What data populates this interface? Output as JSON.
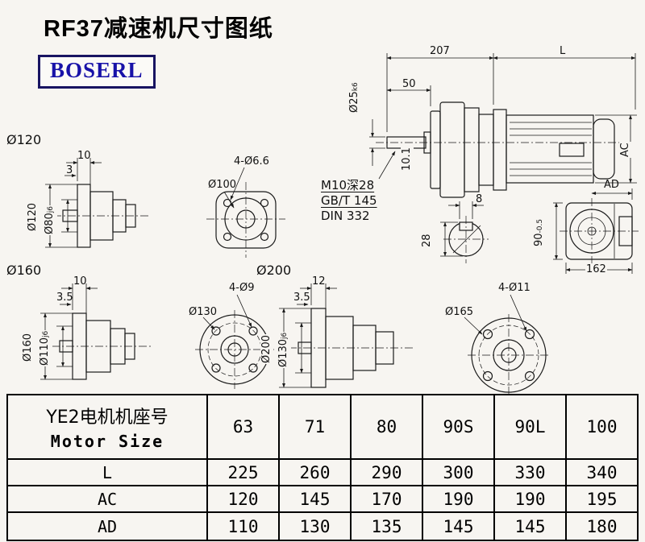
{
  "page": {
    "title": "RF37减速机尺寸图纸",
    "logo_text": "BOSERL",
    "accent_color": "#1812a8",
    "line_color": "#1a1a1a"
  },
  "main_view": {
    "dim_top_left": "207",
    "dim_top_right": "L",
    "dim_shaft_len": "50",
    "shaft_dia": "Ø25",
    "shaft_dia_tol": "k6",
    "dim_height": "AC",
    "dim_key": "10.1",
    "note_tap": "M10深28",
    "note_std1": "GB/T 145",
    "note_std2": "DIN 332"
  },
  "view120": {
    "section_label": "Ø120",
    "dim_flange_thk": "10",
    "dim_spigot": "3",
    "dia_flange": "Ø120",
    "dia_spigot": "Ø80",
    "spigot_tol": "j6"
  },
  "flange100": {
    "dia_label": "Ø100",
    "holes_label": "4-Ø6.6"
  },
  "shaft_section": {
    "dim_key_width": "8",
    "dim_height": "28"
  },
  "end_view": {
    "dim_width": "AD",
    "dim_height": "90",
    "dim_height_tol": "-0.5",
    "dim_base": "162"
  },
  "view160": {
    "section_label": "Ø160",
    "dim_flange_thk": "10",
    "dim_spigot": "3.5",
    "dia_flange": "Ø160",
    "dia_spigot": "Ø110",
    "spigot_tol": "j6"
  },
  "flange130": {
    "dia_label": "Ø130",
    "holes_label": "4-Ø9"
  },
  "view200": {
    "section_label": "Ø200",
    "dim_flange_thk": "12",
    "dim_spigot": "3.5",
    "dia_flange": "Ø200",
    "dia_spigot": "Ø130",
    "spigot_tol": "j6"
  },
  "flange165": {
    "dia_label": "Ø165",
    "holes_label": "4-Ø11"
  },
  "table": {
    "header_cn": "YE2电机机座号",
    "header_en": "Motor Size",
    "sizes": [
      "63",
      "71",
      "80",
      "90S",
      "90L",
      "100"
    ],
    "rows": [
      {
        "label": "L",
        "values": [
          "225",
          "260",
          "290",
          "300",
          "330",
          "340"
        ]
      },
      {
        "label": "AC",
        "values": [
          "120",
          "145",
          "170",
          "190",
          "190",
          "195"
        ]
      },
      {
        "label": "AD",
        "values": [
          "110",
          "130",
          "135",
          "145",
          "145",
          "180"
        ]
      }
    ]
  }
}
